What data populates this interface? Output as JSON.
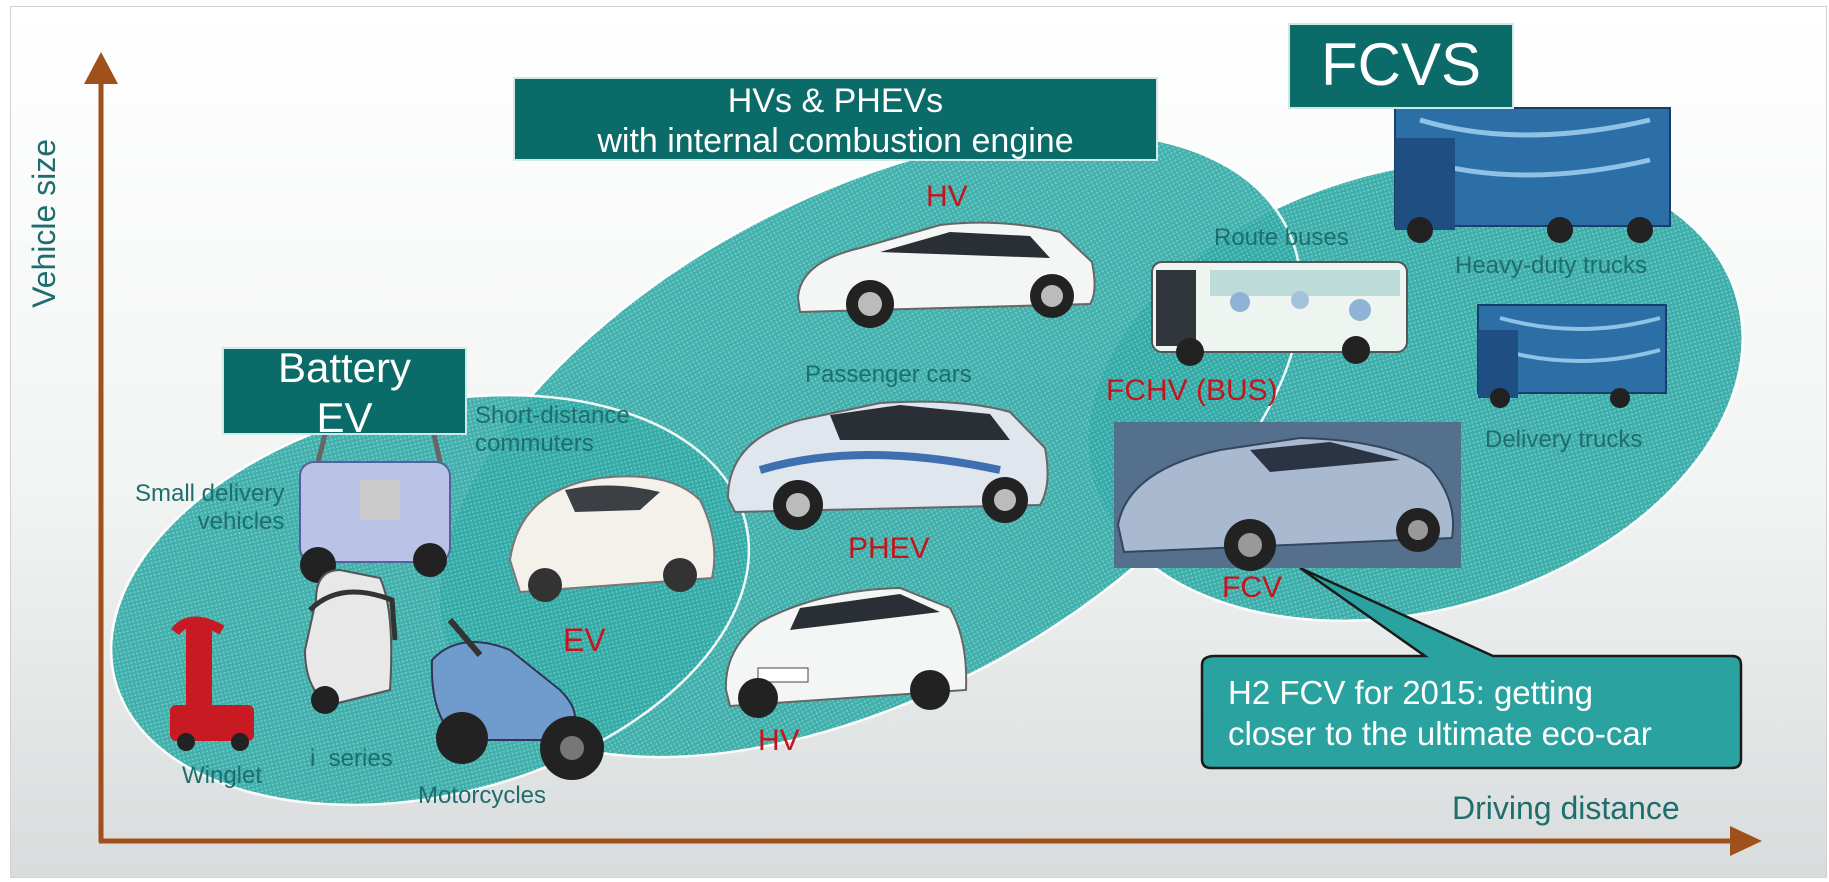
{
  "axes": {
    "y_label": "Vehicle size",
    "x_label": "Driving distance"
  },
  "groups": {
    "battery_ev": "Battery\nEV",
    "hv_phev": "HVs & PHEVs\nwith internal combustion engine",
    "fcvs": "FCVS"
  },
  "labels": {
    "hv_top": "HV",
    "passenger_cars": "Passenger cars",
    "phev": "PHEV",
    "hv_bottom": "HV",
    "short_distance": "Short-distance\ncommuters",
    "small_delivery": "Small delivery\nvehicles",
    "ev": "EV",
    "winglet": "Winglet",
    "i_series": "i  series",
    "motorcycles": "Motorcycles",
    "route_buses": "Route buses",
    "heavy_duty": "Heavy-duty trucks",
    "delivery_trucks": "Delivery trucks",
    "fchv_bus": "FCHV (BUS)",
    "fcv": "FCV"
  },
  "callout": {
    "text": "H2 FCV for 2015: getting\ncloser to the ultimate eco-car"
  },
  "colors": {
    "axis": "#a0501a",
    "ellipse": "#2aa3a0",
    "box": "#0b6b68",
    "teal_text": "#1f6e6e",
    "red_text": "#c4151c"
  }
}
